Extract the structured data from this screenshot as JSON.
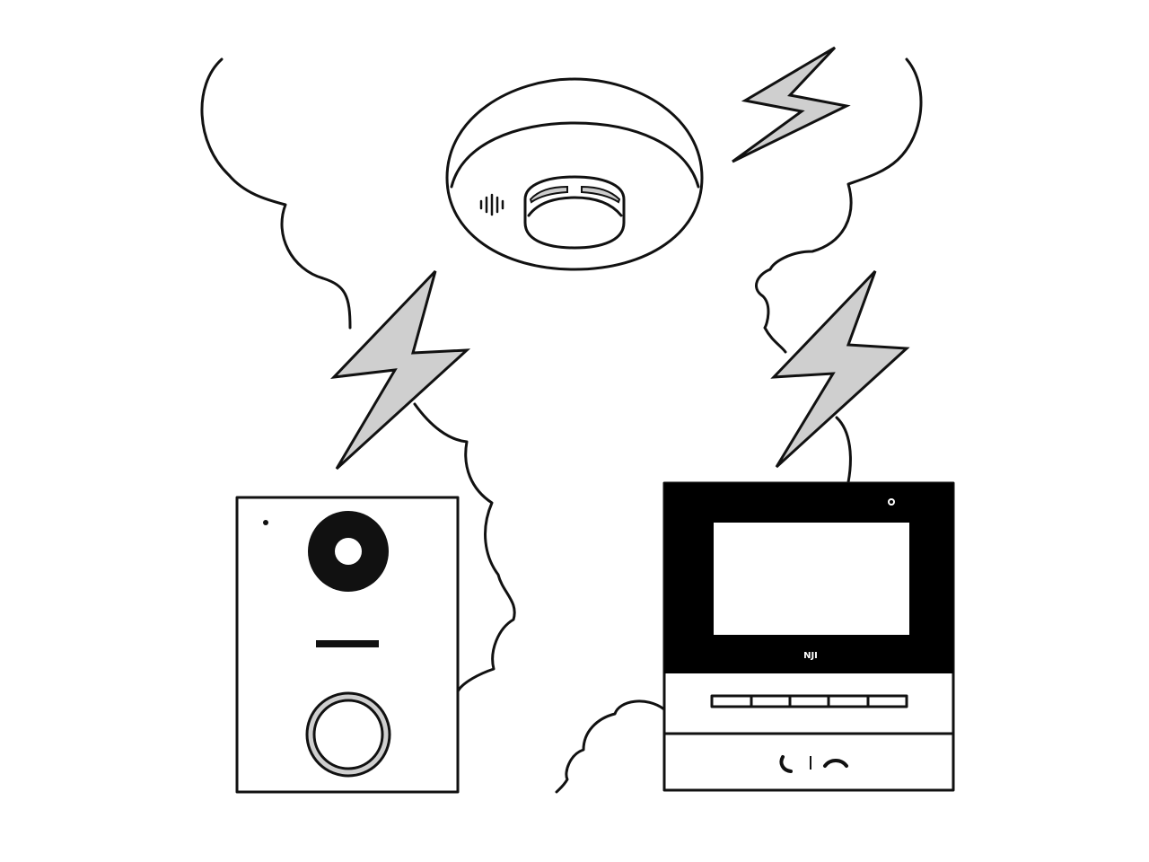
{
  "illustration": {
    "devices": [
      "smoke-detector",
      "door-station",
      "indoor-monitor"
    ],
    "monitor_logo": "NJI",
    "colors": {
      "line": "#111111",
      "bolt_fill": "#cfcfcf",
      "background": "#ffffff",
      "monitor_bezel": "#000000"
    }
  }
}
